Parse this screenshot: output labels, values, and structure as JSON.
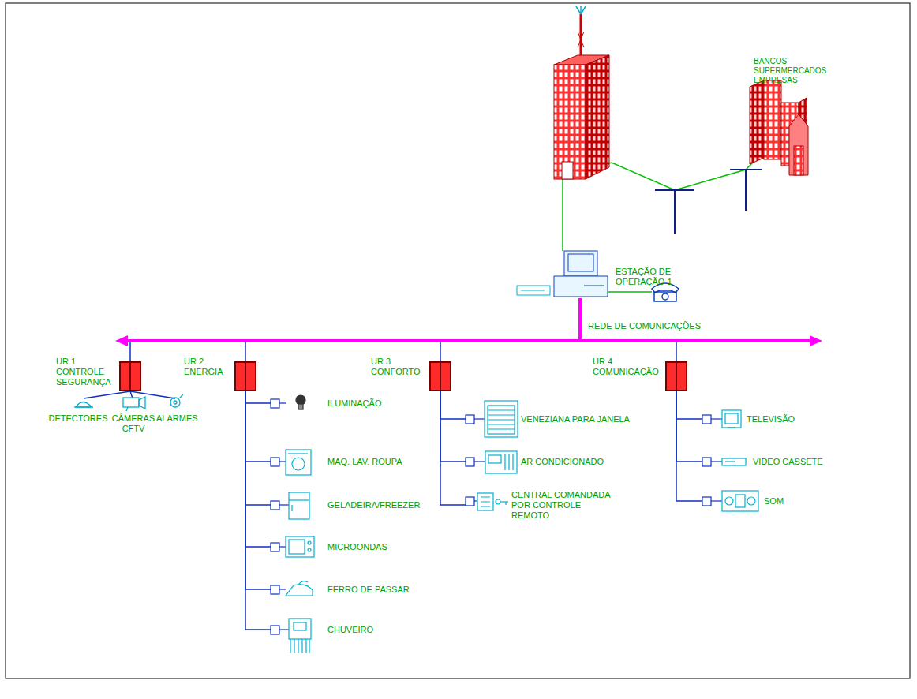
{
  "diagram": {
    "nodes": [
      {
        "text": [
          "BANCOS SUPERMERCADOS EMPRESAS"
        ]
      },
      {
        "text": [
          "ESTAÇÃO DE OPERAÇÃO 1"
        ]
      },
      {
        "text": [
          "UR 1 CONTROLE SEGURANÇA"
        ]
      },
      {
        "text": [
          "UR 2 ENERGIA"
        ]
      },
      {
        "text": [
          "UR 3 CONFORTO"
        ]
      },
      {
        "text": [
          "UR 4 COMUNICAÇÃO"
        ]
      },
      {
        "text": [
          "DETECTORES"
        ]
      },
      {
        "text": [
          "CÂMERAS CFTV"
        ]
      },
      {
        "text": [
          "ALARMES"
        ]
      },
      {
        "text": [
          "ILUMINAÇÃO"
        ]
      },
      {
        "text": [
          "MAQ. LAV. ROUPA"
        ]
      },
      {
        "text": [
          "GELADEIRA/FREEZER"
        ]
      },
      {
        "text": [
          "MICROONDAS"
        ]
      },
      {
        "text": [
          "FERRO DE PASSAR"
        ]
      },
      {
        "text": [
          "CHUVEIRO"
        ]
      },
      {
        "text": [
          "VENEZIANA PARA JANELA"
        ]
      },
      {
        "text": [
          "AR CONDICIONADO"
        ]
      },
      {
        "text": [
          "CENTRAL COMANDADA POR CONTROLE REMOTO"
        ]
      },
      {
        "text": [
          "TELEVISÃO"
        ]
      },
      {
        "text": [
          "VIDEO CASSETE"
        ]
      },
      {
        "text": [
          "SOM"
        ]
      }
    ],
    "edges": [
      {
        "from": 1,
        "to": 0,
        "arrow": "none"
      },
      {
        "from": 1,
        "to": 2,
        "arrow": "none"
      },
      {
        "from": 1,
        "to": 3,
        "arrow": "none"
      },
      {
        "from": 1,
        "to": 4,
        "arrow": "none"
      },
      {
        "from": 1,
        "to": 5,
        "arrow": "none"
      },
      {
        "from": 2,
        "to": 6,
        "arrow": "none"
      },
      {
        "from": 2,
        "to": 7,
        "arrow": "none"
      },
      {
        "from": 2,
        "to": 8,
        "arrow": "none"
      },
      {
        "from": 3,
        "to": 9,
        "arrow": "none"
      },
      {
        "from": 3,
        "to": 10,
        "arrow": "none"
      },
      {
        "from": 3,
        "to": 11,
        "arrow": "none"
      },
      {
        "from": 3,
        "to": 12,
        "arrow": "none"
      },
      {
        "from": 3,
        "to": 13,
        "arrow": "none"
      },
      {
        "from": 3,
        "to": 14,
        "arrow": "none"
      },
      {
        "from": 4,
        "to": 15,
        "arrow": "none"
      },
      {
        "from": 4,
        "to": 16,
        "arrow": "none"
      },
      {
        "from": 4,
        "to": 17,
        "arrow": "none"
      },
      {
        "from": 5,
        "to": 18,
        "arrow": "none"
      },
      {
        "from": 5,
        "to": 19,
        "arrow": "none"
      },
      {
        "from": 5,
        "to": 20,
        "arrow": "none"
      }
    ],
    "labels": [
      "REDE DE COMUNICAÇÕES"
    ]
  }
}
